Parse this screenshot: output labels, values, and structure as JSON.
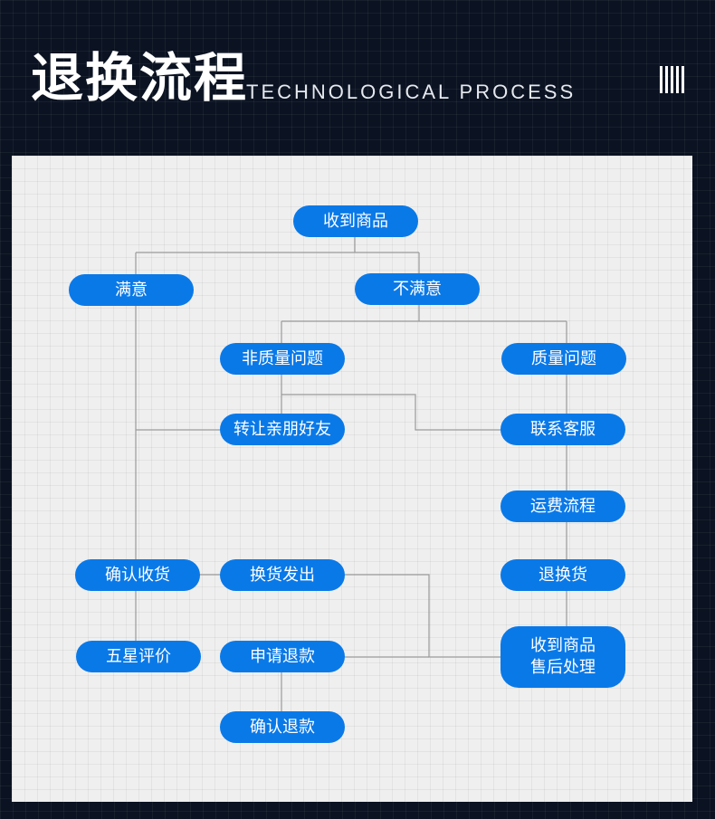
{
  "header": {
    "title": "退换流程",
    "subtitle": "TECHNOLOGICAL PROCESS",
    "icon": "vertical-bars-icon"
  },
  "colors": {
    "background": "#0b1322",
    "panel": "#efefef",
    "node_fill": "#0a79e8",
    "node_text": "#ffffff",
    "connector": "#9a9a9a"
  },
  "flow": {
    "receive_goods": "收到商品",
    "satisfied": "满意",
    "not_satisfied": "不满意",
    "non_quality_issue": "非质量问题",
    "quality_issue": "质量问题",
    "transfer_to_friends": "转让亲朋好友",
    "contact_service": "联系客服",
    "shipping_process": "运费流程",
    "return_exchange": "退换货",
    "confirm_receipt": "确认收货",
    "exchange_shipped": "换货发出",
    "five_star_review": "五星评价",
    "apply_refund": "申请退款",
    "receive_after_sales": "收到商品\n售后处理",
    "confirm_refund": "确认退款"
  }
}
